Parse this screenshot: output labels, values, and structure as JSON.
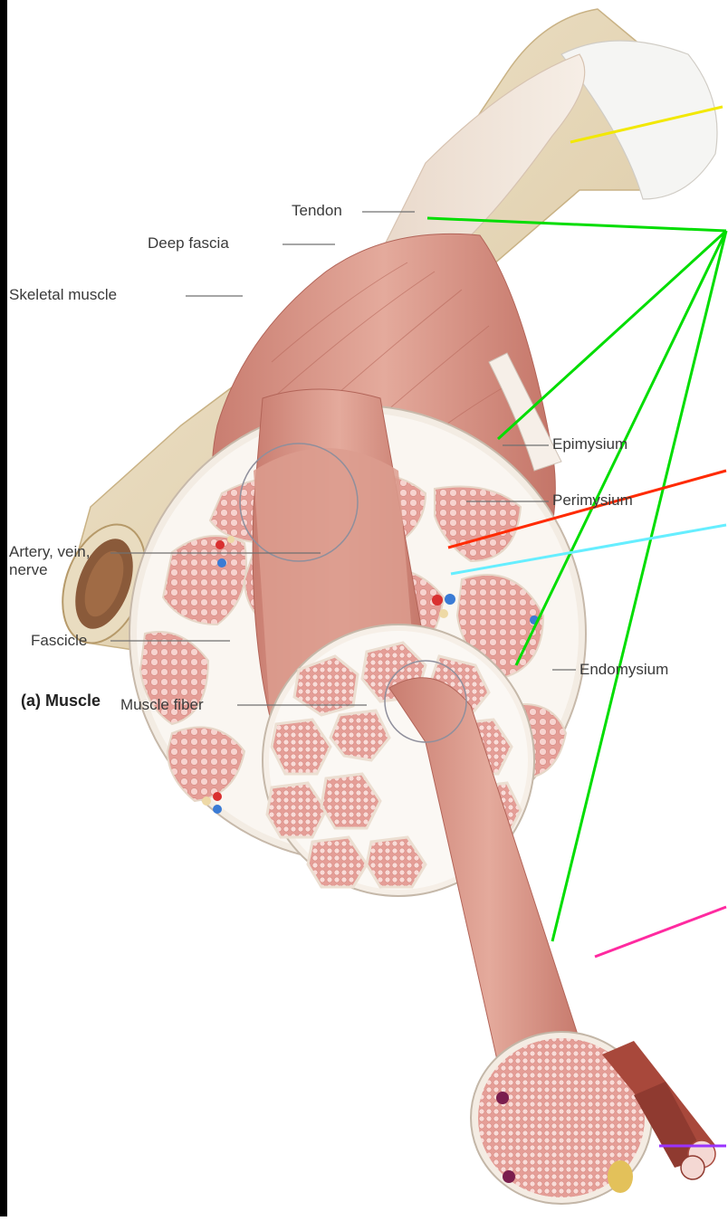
{
  "labels": {
    "tendon": "Tendon",
    "deep_fascia": "Deep fascia",
    "skeletal_muscle": "Skeletal muscle",
    "epimysium": "Epimysium",
    "perimysium": "Perimysium",
    "artery_line1": "Artery, vein,",
    "artery_line2": "nerve",
    "fascicle": "Fascicle",
    "muscle_caption": "(a) Muscle",
    "endomysium": "Endomysium",
    "muscle_fiber": "Muscle fiber"
  },
  "colors": {
    "bone": "#e8dcc0",
    "bone_shadow": "#cdb88f",
    "tendon": "#f1e6dc",
    "muscle": "#d9988a",
    "muscle_dark": "#b86a5e",
    "fascicle_fill": "#e9a7a0",
    "cell_dot": "#f6d4d0",
    "sheath": "#f3ece4",
    "pointer_yellow": "#f2e800",
    "pointer_green": "#00dd00",
    "pointer_red": "#ff2a00",
    "pointer_cyan": "#66eeff",
    "pointer_magenta": "#ff2aa0",
    "pointer_purple": "#9a33ff"
  }
}
